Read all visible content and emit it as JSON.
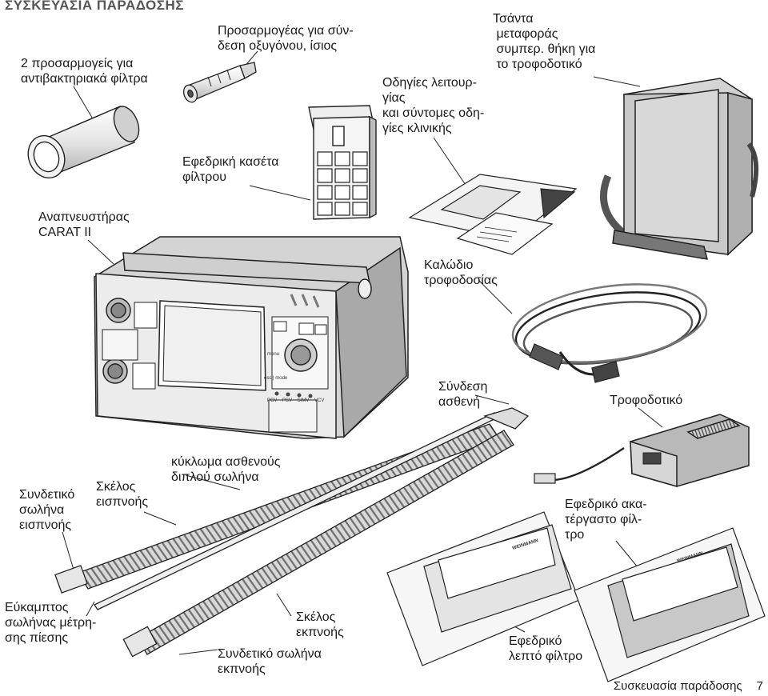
{
  "section_title": "ΣΥΣΚΕΥΑΣΙΑ ΠΑΡΑΔΟΣΗΣ",
  "labels": {
    "hme_adapters": "2 προσαρμογείς για\nαντιβακτηριακά φίλτρα",
    "oxygen_adapter": "Προσαρμογέας για σύν-\nδεση οξυγόνου, ίσιος",
    "instructions": "Οδηγίες λειτουρ-\nγίας\nκαι σύντομες οδη-\nγίες κλινικής",
    "carry_bag": "Τσάντα\n μεταφοράς\n συμπερ. θήκη για\n το τροφοδοτικό",
    "filter_cassette": "Εφεδρική κασέτα\nφίλτρου",
    "ventilator": "Αναπνευστήρας\nCARAT II",
    "power_cable": "Καλώδιο\nτροφοδοσίας",
    "patient_connection": "Σύνδεση\nασθενή",
    "power_supply": "Τροφοδοτικό",
    "dual_circuit": "κύκλωμα ασθενούς\nδιπλού σωλήνα",
    "inspiratory_limb": "Σκέλος\nεισπνοής",
    "inspiratory_connector": "Συνδετικό\nσωλήνα\nεισπνοής",
    "spare_coarse_filter": "Εφεδρικό ακα-\nτέργαστο φίλ-\nτρο",
    "pressure_tube": "Εύκαμπτος\nσωλήνας μέτρη-\nσης πίεσης",
    "expiratory_limb": "Σκέλος\nεκπνοής",
    "expiratory_connector": "Συνδετικό σωλήνα\nεκπνοής",
    "spare_fine_filter": "Εφεδρικό\nλεπτό φίλτρο"
  },
  "device_panel": {
    "menu_key": "menu",
    "esc_mode_key": "esc | mode",
    "mode_indicators": "PCV    PSV    SIMV    VCV"
  },
  "packet_brand": "WEINMANN",
  "footer": {
    "text": "Συσκευασία παράδοσης",
    "page": "7"
  }
}
